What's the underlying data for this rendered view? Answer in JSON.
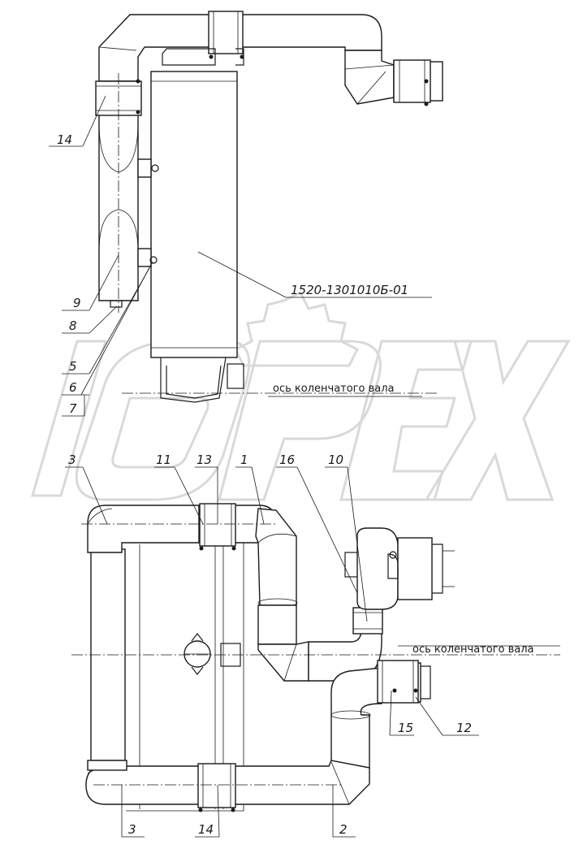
{
  "watermark": {
    "text": "OPEX",
    "color": "#d9d9d9"
  },
  "axis_labels": {
    "top": "ось коленчатого вала",
    "bottom": "ось коленчатого вала"
  },
  "part_number": "1520-1301010Б-01",
  "callouts": {
    "c14_top": "14",
    "c9": "9",
    "c8": "8",
    "c5": "5",
    "c6": "6",
    "c7": "7",
    "c3_top": "3",
    "c11": "11",
    "c13": "13",
    "c1": "1",
    "c16": "16",
    "c10": "10",
    "c15": "15",
    "c12": "12",
    "c3_bottom": "3",
    "c14_bottom": "14",
    "c2": "2"
  },
  "colors": {
    "line": "#1a1a1a",
    "background": "#ffffff"
  }
}
